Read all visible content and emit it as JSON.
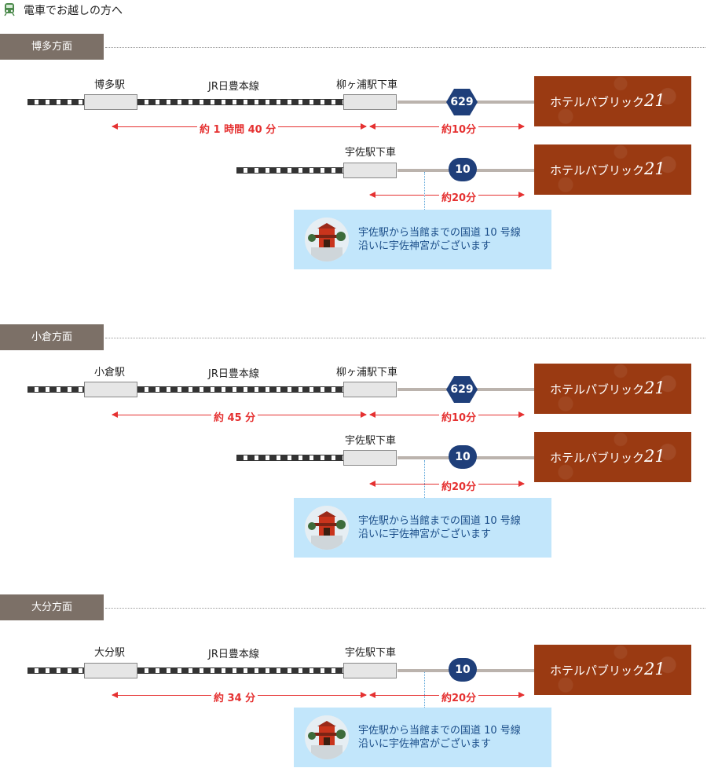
{
  "page_title": "電車でお越しの方へ",
  "hotel": {
    "name": "ホテルパブリック",
    "number": "21"
  },
  "note": {
    "line1": "宇佐駅から当館までの国道 10 号線",
    "line2": "沿いに宇佐神宮がございます"
  },
  "sections": [
    {
      "tab": "博多方面",
      "origin_station": "博多駅",
      "rail_line": "JR日豊本線",
      "transfer_station": "柳ヶ浦駅下車",
      "route_primary": "629",
      "train_time": "約 1 時間 40 分",
      "car_time_primary": "約10分",
      "alt_station": "宇佐駅下車",
      "route_alt": "10",
      "car_time_alt": "約20分"
    },
    {
      "tab": "小倉方面",
      "origin_station": "小倉駅",
      "rail_line": "JR日豊本線",
      "transfer_station": "柳ヶ浦駅下車",
      "route_primary": "629",
      "train_time": "約 45 分",
      "car_time_primary": "約10分",
      "alt_station": "宇佐駅下車",
      "route_alt": "10",
      "car_time_alt": "約20分"
    },
    {
      "tab": "大分方面",
      "origin_station": "大分駅",
      "rail_line": "JR日豊本線",
      "transfer_station": "宇佐駅下車",
      "route_primary": "10",
      "train_time": "約 34 分",
      "car_time_primary": "約20分"
    }
  ],
  "colors": {
    "tab": "#7c7067",
    "hotel": "#9a3a12",
    "route_badge": "#1f3f7a",
    "arrow": "#e53131",
    "note_bg": "#c2e6fb",
    "note_text": "#1a4d89"
  },
  "icons": [
    "train-icon",
    "shrine-photo"
  ]
}
